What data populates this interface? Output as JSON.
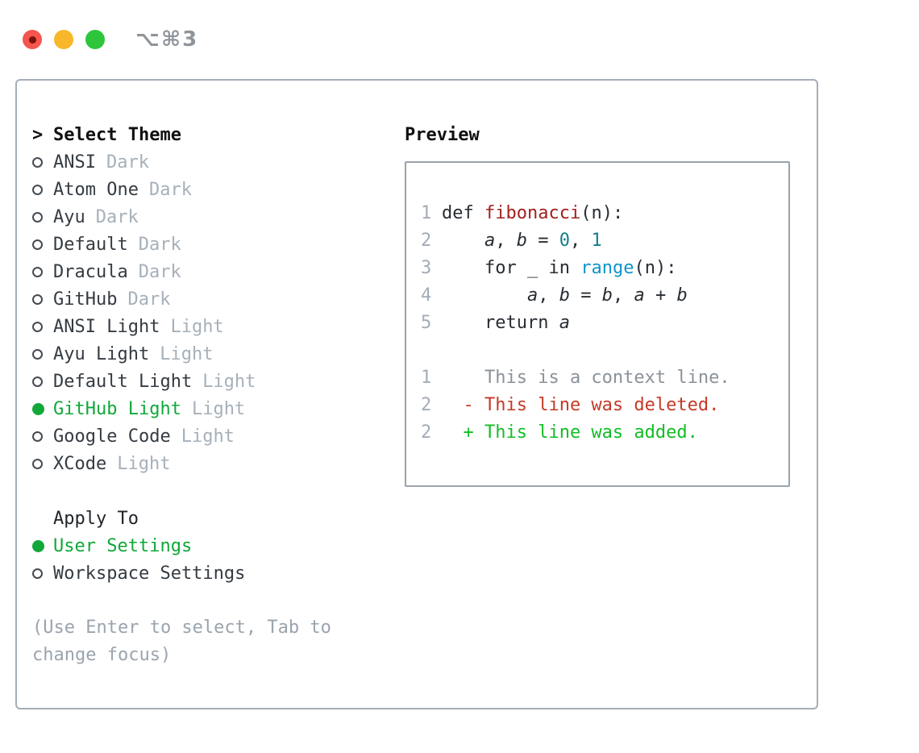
{
  "window": {
    "title": "⌥⌘3",
    "traffic_lights": [
      {
        "name": "close",
        "color": "#f4554d"
      },
      {
        "name": "minimize",
        "color": "#f8b62a"
      },
      {
        "name": "zoom",
        "color": "#2dc63b"
      }
    ]
  },
  "theme_list": {
    "header": {
      "prompt": ">",
      "label": "Select Theme"
    },
    "items": [
      {
        "name": "ANSI",
        "tag": "Dark",
        "selected": false
      },
      {
        "name": "Atom One",
        "tag": "Dark",
        "selected": false
      },
      {
        "name": "Ayu",
        "tag": "Dark",
        "selected": false
      },
      {
        "name": "Default",
        "tag": "Dark",
        "selected": false
      },
      {
        "name": "Dracula",
        "tag": "Dark",
        "selected": false
      },
      {
        "name": "GitHub",
        "tag": "Dark",
        "selected": false
      },
      {
        "name": "ANSI Light",
        "tag": "Light",
        "selected": false
      },
      {
        "name": "Ayu Light",
        "tag": "Light",
        "selected": false
      },
      {
        "name": "Default Light",
        "tag": "Light",
        "selected": false
      },
      {
        "name": "GitHub Light",
        "tag": "Light",
        "selected": true
      },
      {
        "name": "Google Code",
        "tag": "Light",
        "selected": false
      },
      {
        "name": "XCode",
        "tag": "Light",
        "selected": false
      }
    ]
  },
  "apply_to": {
    "header": "Apply To",
    "options": [
      {
        "label": "User Settings",
        "selected": true
      },
      {
        "label": "Workspace Settings",
        "selected": false
      }
    ]
  },
  "help": {
    "lines": [
      "(Use Enter to select, Tab to",
      "change focus)"
    ]
  },
  "preview": {
    "header": "Preview",
    "lines": [
      {
        "num": "1",
        "segments": [
          {
            "s": "kw",
            "t": "def "
          },
          {
            "s": "fn",
            "t": "fibonacci"
          },
          {
            "s": "pl",
            "t": "(n):"
          }
        ]
      },
      {
        "num": "2",
        "segments": [
          {
            "s": "pl",
            "t": "    "
          },
          {
            "s": "var",
            "t": "a"
          },
          {
            "s": "pl",
            "t": ", "
          },
          {
            "s": "var",
            "t": "b"
          },
          {
            "s": "pl",
            "t": " = "
          },
          {
            "s": "num",
            "t": "0"
          },
          {
            "s": "pl",
            "t": ", "
          },
          {
            "s": "num",
            "t": "1"
          }
        ]
      },
      {
        "num": "3",
        "segments": [
          {
            "s": "pl",
            "t": "    "
          },
          {
            "s": "kw",
            "t": "for "
          },
          {
            "s": "pl",
            "t": "_ "
          },
          {
            "s": "kw",
            "t": "in "
          },
          {
            "s": "bi",
            "t": "range"
          },
          {
            "s": "pl",
            "t": "(n):"
          }
        ]
      },
      {
        "num": "4",
        "segments": [
          {
            "s": "pl",
            "t": "        "
          },
          {
            "s": "var",
            "t": "a"
          },
          {
            "s": "pl",
            "t": ", "
          },
          {
            "s": "var",
            "t": "b"
          },
          {
            "s": "pl",
            "t": " = "
          },
          {
            "s": "var",
            "t": "b"
          },
          {
            "s": "pl",
            "t": ", "
          },
          {
            "s": "var",
            "t": "a"
          },
          {
            "s": "pl",
            "t": " + "
          },
          {
            "s": "var",
            "t": "b"
          }
        ]
      },
      {
        "num": "5",
        "segments": [
          {
            "s": "pl",
            "t": "    "
          },
          {
            "s": "kw",
            "t": "return "
          },
          {
            "s": "var",
            "t": "a"
          }
        ]
      },
      {
        "num": "",
        "segments": []
      },
      {
        "num": "1",
        "segments": [
          {
            "s": "ctx",
            "t": "    This is a context line."
          }
        ]
      },
      {
        "num": "2",
        "segments": [
          {
            "s": "del",
            "t": "  - This line was deleted."
          }
        ]
      },
      {
        "num": "2",
        "segments": [
          {
            "s": "add",
            "t": "  + This line was added."
          }
        ]
      }
    ]
  },
  "colors": {
    "accent_green": "#10a839",
    "tag_gray": "#a6b0ba",
    "help_gray": "#9aa4ae",
    "line_number_gray": "#a3acb7",
    "border_gray": "#a5adb6",
    "function_red": "#a3201f",
    "number_teal": "#12818a",
    "builtin_blue": "#1094cb",
    "diff_context": "#8b9299",
    "diff_deleted": "#c43a27",
    "diff_added": "#13bd27"
  }
}
